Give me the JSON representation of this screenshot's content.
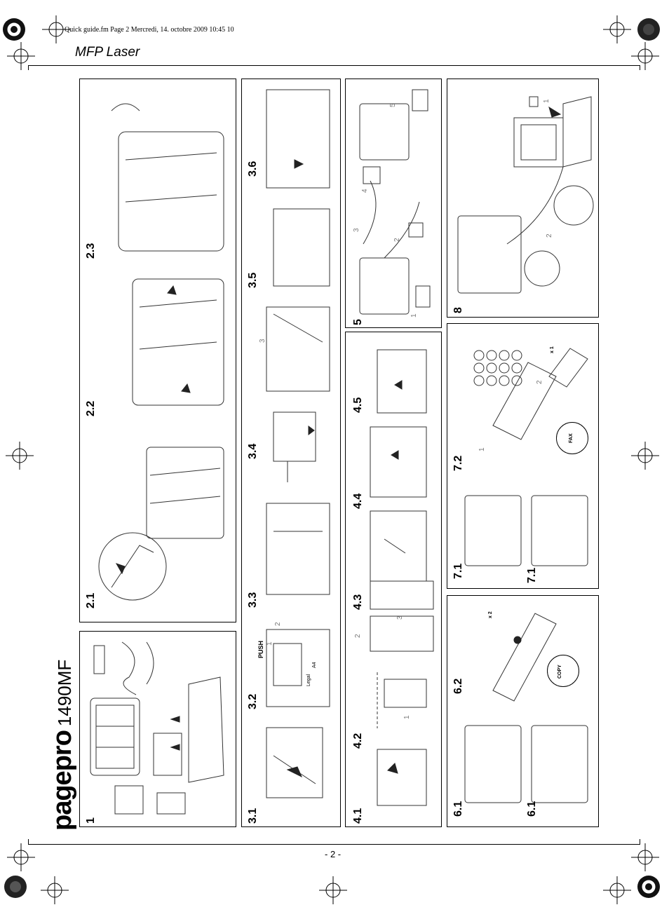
{
  "header": {
    "file_info": "Quick guide.fm  Page 2  Mercredi, 14. octobre 2009  10:45 10",
    "product_line": "MFP Laser"
  },
  "brand": {
    "name": "pagepro",
    "model": "1490MF"
  },
  "steps": {
    "s1": "1",
    "s21": "2.1",
    "s22": "2.2",
    "s23": "2.3",
    "s31": "3.1",
    "s32": "3.2",
    "s33": "3.3",
    "s34": "3.4",
    "s35": "3.5",
    "s36": "3.6",
    "s41": "4.1",
    "s42": "4.2",
    "s43": "4.3",
    "s44": "4.4",
    "s45": "4.5",
    "s5": "5",
    "s61a": "6.1",
    "s61b": "6.1",
    "s62": "6.2",
    "s71a": "7.1",
    "s71b": "7.1",
    "s72": "7.2",
    "s8": "8"
  },
  "callouts": {
    "push": "PUSH",
    "copy_button": "COPY",
    "fax_button": "FAX",
    "times2": "x 2",
    "times1": "x 1",
    "legal": "Legal",
    "a4": "A4",
    "n1": "1",
    "n2": "2",
    "n3": "3",
    "n4": "4",
    "n5": "5"
  },
  "footer": {
    "page_number": "- 2 -"
  }
}
